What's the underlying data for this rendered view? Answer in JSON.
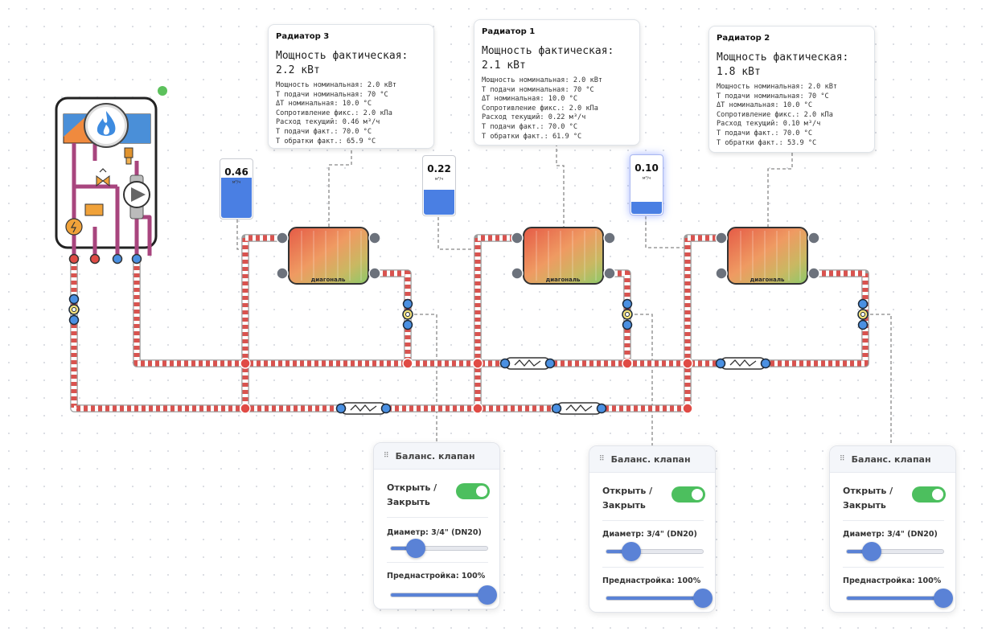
{
  "radiators": [
    {
      "title": "Радиатор 3",
      "power_label": "Мощность фактическая:",
      "power_value": "2.2 кВт",
      "rows": [
        "Мощность номинальная: 2.0 кВт",
        "Т подачи номинальная: 70 °C",
        "ΔT номинальная: 10.0 °C",
        "Сопротивление фикс.: 2.0 кПа",
        "Расход текущий: 0.46 м³/ч",
        "Т подачи факт.: 70.0 °C",
        "Т обратки факт.: 65.9 °C"
      ],
      "body_label": "диагональ",
      "flow": {
        "value": "0.46",
        "unit": "м³/ч",
        "fill_fraction": 0.68
      },
      "valve": {
        "title": "Баланс. клапан",
        "toggle_label": "Открыть / Закрыть",
        "toggle_on": true,
        "diameter_label": "Диаметр: 3/4\" (DN20)",
        "diameter_fraction": 0.26,
        "preset_label": "Преднастройка: 100%",
        "preset_fraction": 1.0
      }
    },
    {
      "title": "Радиатор 1",
      "power_label": "Мощность фактическая:",
      "power_value": "2.1 кВт",
      "rows": [
        "Мощность номинальная: 2.0 кВт",
        "Т подачи номинальная: 70 °C",
        "ΔT номинальная: 10.0 °C",
        "Сопротивление фикс.: 2.0 кПа",
        "Расход текущий: 0.22 м³/ч",
        "Т подачи факт.: 70.0 °C",
        "Т обратки факт.: 61.9 °C"
      ],
      "body_label": "диагональ",
      "flow": {
        "value": "0.22",
        "unit": "м³/ч",
        "fill_fraction": 0.42
      },
      "valve": {
        "title": "Баланс. клапан",
        "toggle_label": "Открыть / Закрыть",
        "toggle_on": true,
        "diameter_label": "Диаметр: 3/4\" (DN20)",
        "diameter_fraction": 0.26,
        "preset_label": "Преднастройка: 100%",
        "preset_fraction": 1.0
      }
    },
    {
      "title": "Радиатор 2",
      "power_label": "Мощность фактическая:",
      "power_value": "1.8 кВт",
      "rows": [
        "Мощность номинальная: 2.0 кВт",
        "Т подачи номинальная: 70 °C",
        "ΔT номинальная: 10.0 °C",
        "Сопротивление фикс.: 2.0 кПа",
        "Расход текущий: 0.10 м³/ч",
        "Т подачи факт.: 70.0 °C",
        "Т обратки факт.: 53.9 °C"
      ],
      "body_label": "диагональ",
      "flow": {
        "value": "0.10",
        "unit": "м³/ч",
        "fill_fraction": 0.2
      },
      "valve": {
        "title": "Баланс. клапан",
        "toggle_label": "Открыть / Закрыть",
        "toggle_on": true,
        "diameter_label": "Диаметр: 3/4\" (DN20)",
        "diameter_fraction": 0.26,
        "preset_label": "Преднастройка: 100%",
        "preset_fraction": 1.0
      }
    }
  ],
  "colors": {
    "pipe_red": "#d9534f",
    "pipe_white": "#ffffff",
    "boiler_pipe": "#a8457e",
    "port_gray": "#6c727c",
    "port_blue": "#4a90e2",
    "toggle_on": "#4cbf5e",
    "slider": "#5a82d6",
    "status_green": "#5cc15c"
  },
  "icons": [
    "flame-icon",
    "pump-icon",
    "valve-icon",
    "motor-icon",
    "actuator-icon",
    "connector-icon"
  ]
}
